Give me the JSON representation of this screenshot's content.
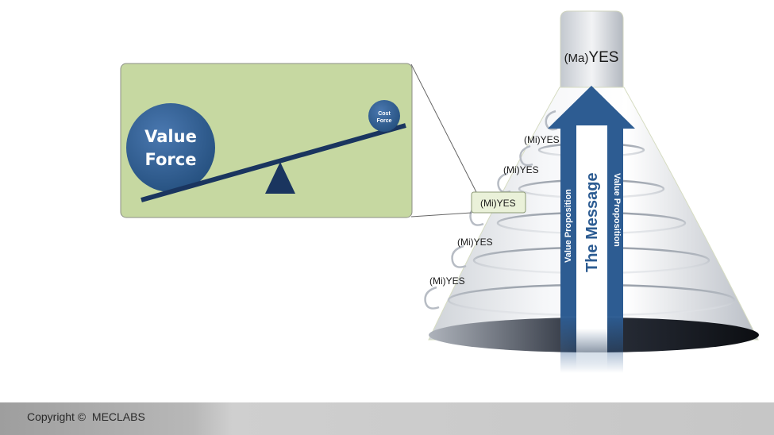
{
  "top_label": {
    "prefix": "(Ma)",
    "main": "YES"
  },
  "yes_labels": [
    {
      "prefix": "(Mi)",
      "main": "YES"
    },
    {
      "prefix": "(Mi)",
      "main": "YES"
    },
    {
      "prefix": "(Mi)",
      "main": "YES"
    },
    {
      "prefix": "(Mi)",
      "main": "YES"
    },
    {
      "prefix": "(Mi)",
      "main": "YES"
    }
  ],
  "arrow_text": {
    "center": "The Message",
    "left": "Value Proposition",
    "right": "Value Proposition"
  },
  "seesaw": {
    "value_force": [
      "Value",
      "Force"
    ],
    "cost_force": [
      "Cost",
      "Force"
    ]
  },
  "footer": {
    "copyright": "Copyright ©  MECLABS"
  },
  "colors": {
    "arrow": "#2d5c92",
    "panel": "#c6d8a1",
    "ball": "#2f5d96",
    "beam": "#1a355f",
    "highlight_box": "#eaf1d9"
  }
}
